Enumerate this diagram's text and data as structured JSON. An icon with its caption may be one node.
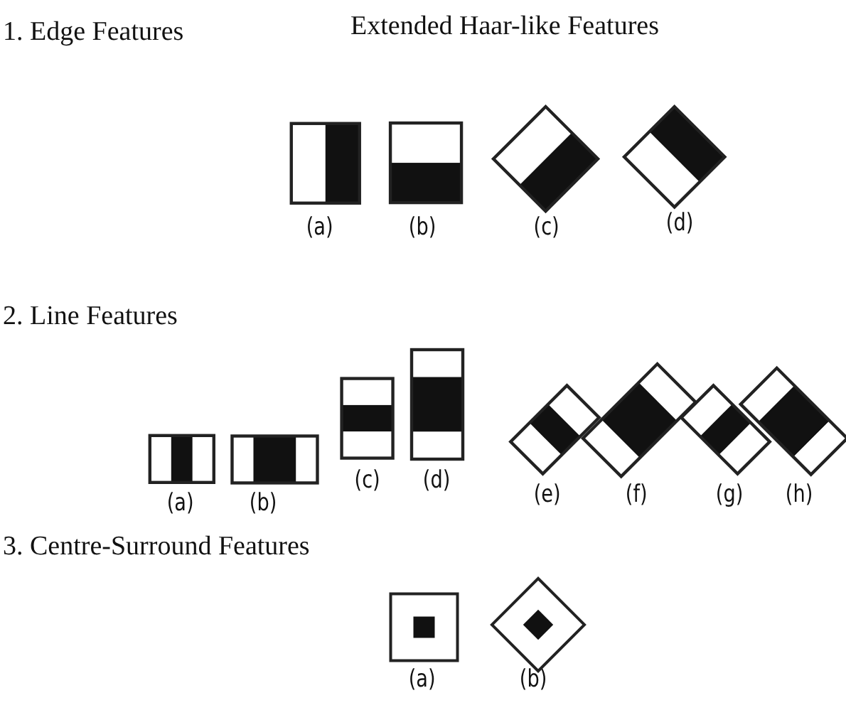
{
  "diagram": {
    "title": "Extended Haar-like Features",
    "labels": [
      "1. Edge Features",
      "(a)",
      "(b)",
      "(c)",
      "(d)",
      "2. Line Features",
      "(a)",
      "(b)",
      "(c)",
      "(d)",
      "(e)",
      "(f)",
      "(g)",
      "(h)",
      "3. Centre-Surround Features",
      "(a)",
      "(b)"
    ]
  }
}
